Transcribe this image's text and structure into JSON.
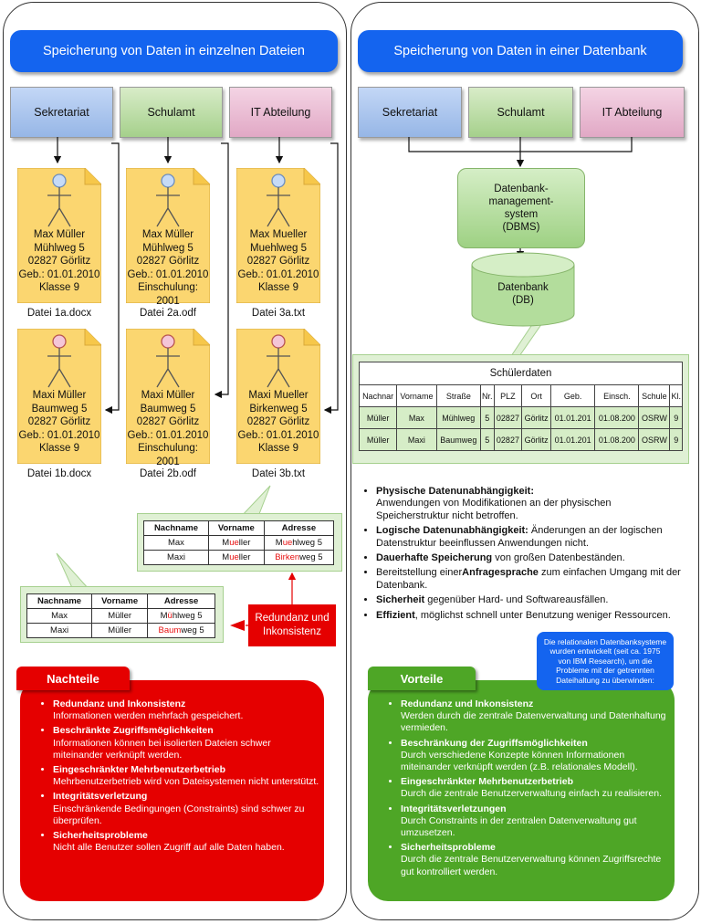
{
  "left": {
    "title": "Speicherung von Daten in einzelnen Dateien",
    "departments": [
      "Sekretariat",
      "Schulamt",
      "IT Abteilung"
    ],
    "files": [
      {
        "lines": [
          "Max Müller",
          "Mühlweg 5",
          "02827 Görlitz",
          "Geb.: 01.01.2010",
          "Klasse 9"
        ],
        "name": "Datei 1a.docx",
        "gender": "m"
      },
      {
        "lines": [
          "Max Müller",
          "Mühlweg 5",
          "02827 Görlitz",
          "Geb.: 01.01.2010",
          "Einschulung: 2001"
        ],
        "name": "Datei 2a.odf",
        "gender": "m"
      },
      {
        "lines": [
          "Max Mueller",
          "Muehlweg 5",
          "02827 Görlitz",
          "Geb.: 01.01.2010",
          "Klasse 9"
        ],
        "name": "Datei 3a.txt",
        "gender": "m"
      },
      {
        "lines": [
          "Maxi Müller",
          "Baumweg 5",
          "02827 Görlitz",
          "Geb.: 01.01.2010",
          "Klasse 9"
        ],
        "name": "Datei 1b.docx",
        "gender": "f"
      },
      {
        "lines": [
          "Maxi Müller",
          "Baumweg 5",
          "02827 Görlitz",
          "Geb.: 01.01.2010",
          "Einschulung: 2001"
        ],
        "name": "Datei 2b.odf",
        "gender": "f"
      },
      {
        "lines": [
          "Maxi Mueller",
          "Birkenweg 5",
          "02827 Görlitz",
          "Geb.: 01.01.2010",
          "Klasse 9"
        ],
        "name": "Datei 3b.txt",
        "gender": "f"
      }
    ],
    "table_a": {
      "headers": [
        "Nachname",
        "Vorname",
        "Adresse"
      ],
      "rows": [
        {
          "c1": "Max",
          "c2a": "M",
          "c2r": "ue",
          "c2b": "ller",
          "c3a": "M",
          "c3r": "ue",
          "c3b": "hlweg 5"
        },
        {
          "c1": "Maxi",
          "c2a": "M",
          "c2r": "ue",
          "c2b": "ller",
          "c3a": "",
          "c3r": "Birken",
          "c3b": "weg 5"
        }
      ]
    },
    "table_b": {
      "headers": [
        "Nachname",
        "Vorname",
        "Adresse"
      ],
      "rows": [
        {
          "c1": "Max",
          "c2a": "Müller",
          "c2r": "",
          "c2b": "",
          "c3a": "M",
          "c3r": "ü",
          "c3b": "hlweg 5"
        },
        {
          "c1": "Maxi",
          "c2a": "Müller",
          "c2r": "",
          "c2b": "",
          "c3a": "",
          "c3r": "Baum",
          "c3b": "weg 5"
        }
      ]
    },
    "redundancy_label": [
      "Redundanz und",
      "Inkonsistenz"
    ],
    "tab": "Nachteile",
    "items": [
      {
        "title": "Redundanz und Inkonsistenz",
        "text": "Informationen werden mehrfach gespeichert."
      },
      {
        "title": "Beschränkte Zugriffsmöglichkeiten",
        "text": "Informationen können bei isolierten Dateien schwer miteinander verknüpft werden."
      },
      {
        "title": "Eingeschränkter Mehrbenutzerbetrieb",
        "text": "Mehrbenutzerbetrieb wird von Dateisystemen nicht unterstützt."
      },
      {
        "title": "Integritätsverletzung",
        "text": "Einschränkende Bedingungen (Constraints) sind schwer zu überprüfen."
      },
      {
        "title": "Sicherheitsprobleme",
        "text": "Nicht alle Benutzer sollen Zugriff auf alle Daten haben."
      }
    ]
  },
  "right": {
    "title": "Speicherung von Daten in einer Datenbank",
    "departments": [
      "Sekretariat",
      "Schulamt",
      "IT Abteilung"
    ],
    "dbms": [
      "Datenbank-",
      "management-",
      "system",
      "(DBMS)"
    ],
    "db": [
      "Datenbank",
      "(DB)"
    ],
    "table": {
      "title": "Schülerdaten",
      "headers": [
        "Nachnar",
        "Vorname",
        "Straße",
        "Nr.",
        "PLZ",
        "Ort",
        "Geb.",
        "Einsch.",
        "Schule",
        "Kl."
      ],
      "rows": [
        [
          "Müller",
          "Max",
          "Mühlweg",
          "5",
          "02827",
          "Görlitz",
          "01.01.201",
          "01.08.200",
          "OSRW",
          "9"
        ],
        [
          "Müller",
          "Maxi",
          "Baumweg",
          "5",
          "02827",
          "Görlitz",
          "01.01.201",
          "01.08.200",
          "OSRW",
          "9"
        ]
      ]
    },
    "facts": [
      {
        "bold": "Physische Datenunabhängigkeit:",
        "pre": "",
        "post": "",
        "br": "Anwendungen von Modifikationen an der physischen Speicherstruktur nicht betroffen."
      },
      {
        "bold": "Logische Datenunabhängigkeit:",
        "pre": "",
        "post": " Änderungen an der logischen Datenstruktur beeinflussen Anwendungen nicht.",
        "br": ""
      },
      {
        "bold": "Dauerhafte Speicherung",
        "pre": "",
        "post": " von großen Datenbeständen.",
        "br": ""
      },
      {
        "bold": "Anfragesprache",
        "pre": "Bereitstellung einer",
        "post": " zum einfachen Umgang mit der Datenbank.",
        "br": ""
      },
      {
        "bold": "Sicherheit",
        "pre": "",
        "post": " gegenüber Hard- und Softwareausfällen.",
        "br": ""
      },
      {
        "bold": "Effizient",
        "pre": "",
        "post": ", möglichst schnell unter Benutzung weniger Ressourcen.",
        "br": ""
      }
    ],
    "note": [
      "Die relationalen Datenbanksysteme",
      "wurden entwickelt (seit ca. 1975",
      "von IBM Research), um die",
      "Probleme mit der getrennten",
      "Dateihaltung zu überwinden:"
    ],
    "tab": "Vorteile",
    "items": [
      {
        "title": "Redundanz und Inkonsistenz",
        "text": "Werden durch die zentrale Datenverwaltung und Datenhaltung vermieden."
      },
      {
        "title": "Beschränkung der Zugriffsmöglichkeiten",
        "text": "Durch verschiedene Konzepte können Informationen miteinander verknüpft werden (z.B. relationales Modell)."
      },
      {
        "title": "Eingeschränkter Mehrbenutzerbetrieb",
        "text": "Durch die zentrale Benutzerverwaltung einfach zu realisieren."
      },
      {
        "title": "Integritätsverletzungen",
        "text": "Durch Constraints in der zentralen Datenverwaltung gut umzusetzen."
      },
      {
        "title": "Sicherheitsprobleme",
        "text": "Durch die zentrale Benutzerverwaltung können Zugriffsrechte gut kontrolliert werden."
      }
    ]
  },
  "colors": {
    "banner": "#1464ef",
    "red": "#e50000",
    "green": "#4ea626",
    "doc": "#fbd670",
    "pale_green": "#dff0d4"
  }
}
